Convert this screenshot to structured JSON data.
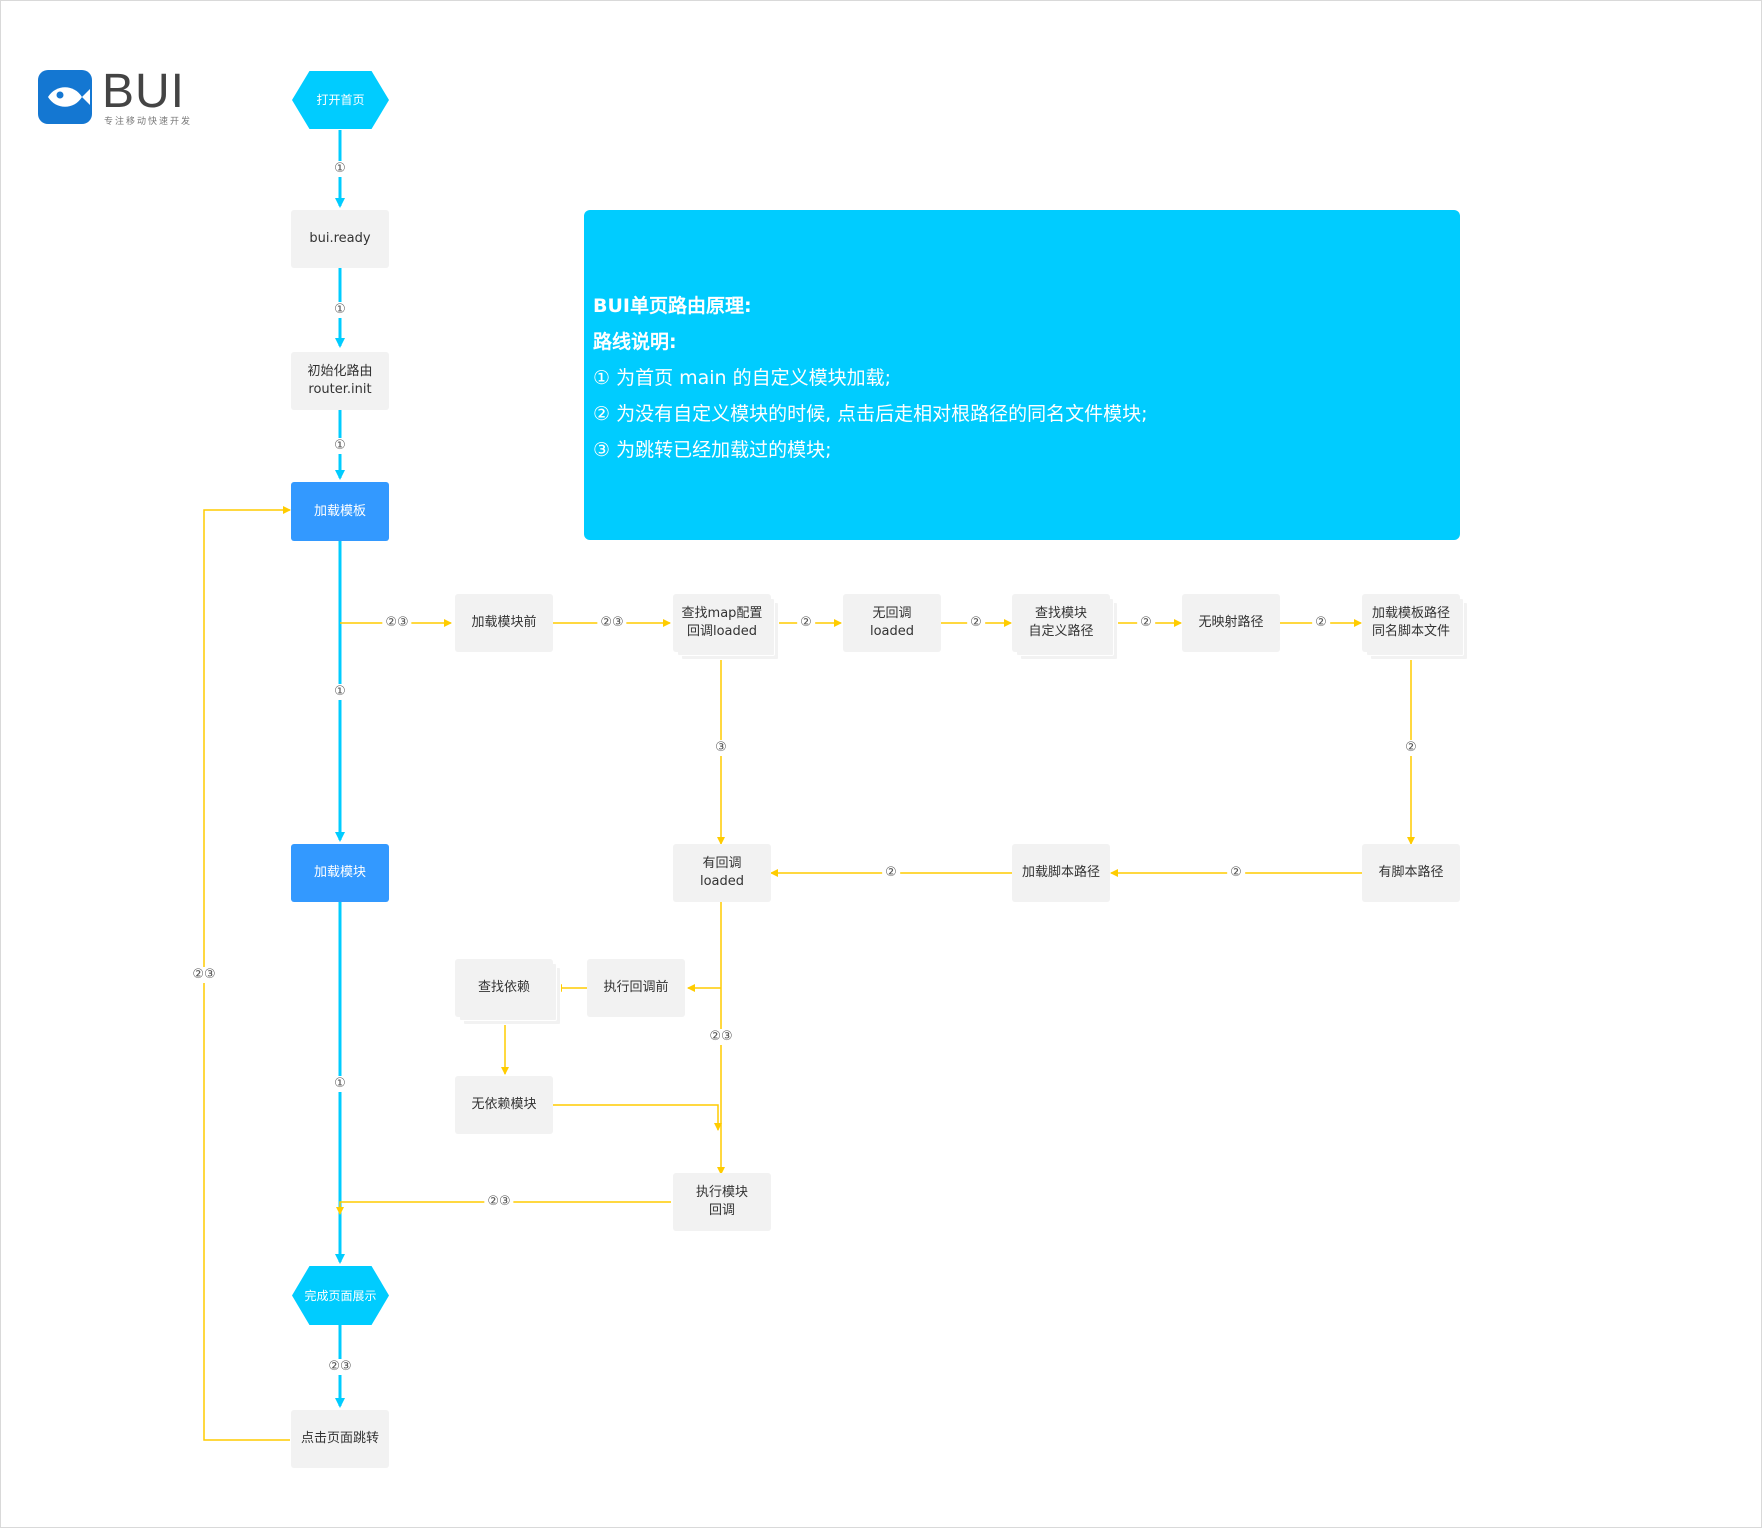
{
  "logo": {
    "text": "BUI",
    "slogan": "专注移动快速开发"
  },
  "colors": {
    "main_flow": "#00ccff",
    "branch_flow": "#ffcc00",
    "blue_node": "#3399ff",
    "node_bg": "#f2f2f2"
  },
  "info": {
    "title": "BUI单页路由原理:",
    "subtitle": "路线说明:",
    "lines": [
      "① 为首页 main 的自定义模块加载;",
      "② 为没有自定义模块的时候, 点击后走相对根路径的同名文件模块;",
      "③ 为跳转已经加载过的模块;"
    ]
  },
  "nodes": {
    "open_home": "打开首页",
    "bui_ready": "bui.ready",
    "router_init": "初始化路由\nrouter.init",
    "load_template": "加载模板",
    "load_module": "加载模块",
    "page_done": "完成页面展示",
    "click_jump": "点击页面跳转",
    "before_load_module": "加载模块前",
    "find_map": "查找map配置\n回调loaded",
    "no_callback": "无回调\nloaded",
    "find_custom_path": "查找模块\n自定义路径",
    "no_mapping": "无映射路径",
    "load_template_path": "加载模板路径\n同名脚本文件",
    "has_script_path": "有脚本路径",
    "load_script_path": "加载脚本路径",
    "has_callback": "有回调\nloaded",
    "before_callback": "执行回调前",
    "find_deps": "查找依赖",
    "no_deps": "无依赖模块",
    "exec_callback": "执行模块\n回调"
  },
  "labels": {
    "l1": "①",
    "l2": "①",
    "l3": "①",
    "l4": "②③",
    "l5": "②③",
    "l6": "②",
    "l7": "②",
    "l8": "②",
    "l9": "②",
    "l10": "①",
    "l11": "③",
    "l12": "②",
    "l13": "②",
    "l14": "②",
    "l15": "②③",
    "l16": "①",
    "l17": "②③",
    "l18": "②③",
    "l19": "②③"
  }
}
